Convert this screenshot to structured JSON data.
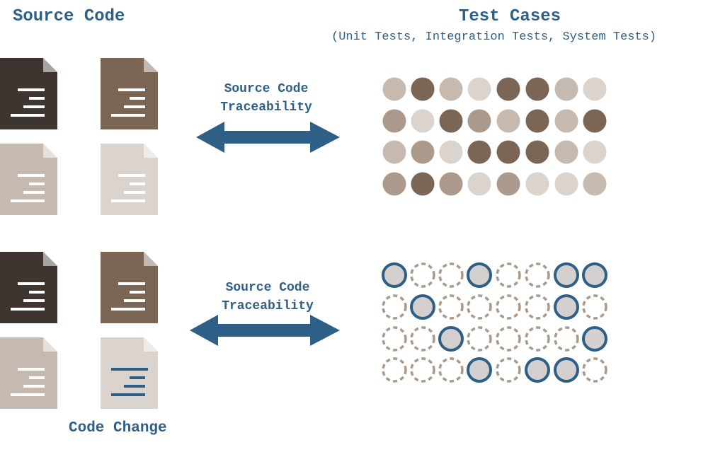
{
  "colors": {
    "accent": "#2e5f86",
    "dark": "#3f3530",
    "medium_dark": "#7b6555",
    "medium": "#ab9a8c",
    "light": "#c6bab0",
    "pale": "#dbd3cd",
    "bottom_fill": "#d3d0cf"
  },
  "header": {
    "source_title": "Source Code",
    "test_title": "Test Cases",
    "test_subtitle": "(Unit Tests, Integration Tests, System Tests)"
  },
  "top_section": {
    "arrow_label_line1": "Source Code",
    "arrow_label_line2": "Traceability",
    "documents": [
      "dark",
      "medium_dark",
      "light",
      "pale"
    ],
    "test_grid": [
      [
        "light",
        "medium_dark",
        "light",
        "pale",
        "medium_dark",
        "medium_dark",
        "light",
        "pale"
      ],
      [
        "medium",
        "pale",
        "medium_dark",
        "medium",
        "light",
        "medium_dark",
        "light",
        "medium_dark"
      ],
      [
        "light",
        "medium",
        "pale",
        "medium_dark",
        "medium_dark",
        "medium_dark",
        "light",
        "pale"
      ],
      [
        "medium",
        "medium_dark",
        "medium",
        "pale",
        "medium",
        "pale",
        "pale",
        "light"
      ]
    ]
  },
  "bottom_section": {
    "arrow_label_line1": "Source Code",
    "arrow_label_line2": "Traceability",
    "documents": [
      "dark",
      "medium_dark",
      "light",
      "changed"
    ],
    "code_change_label": "Code Change",
    "selected_tests": [
      [
        1,
        0,
        0,
        1,
        0,
        0,
        1,
        1
      ],
      [
        0,
        1,
        0,
        0,
        0,
        0,
        1,
        0
      ],
      [
        0,
        0,
        1,
        0,
        0,
        0,
        0,
        1
      ],
      [
        0,
        0,
        0,
        1,
        0,
        1,
        1,
        0
      ]
    ]
  }
}
